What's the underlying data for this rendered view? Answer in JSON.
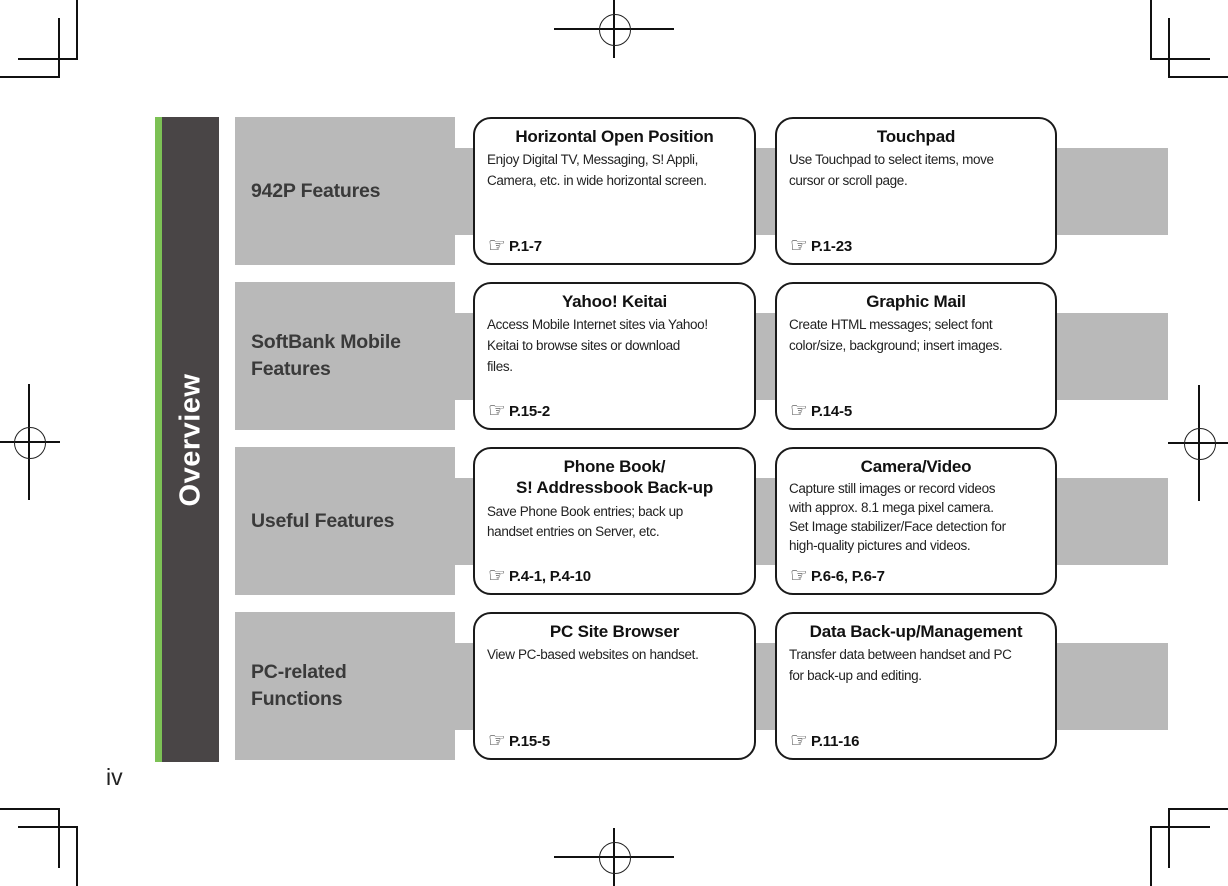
{
  "sidebar": {
    "label": "Overview"
  },
  "page_number": "iv",
  "icons": {
    "page_ref_glyph": "☞"
  },
  "colors": {
    "accent_green": "#7cc155",
    "sidebar_dark": "#494546",
    "box_gray": "#b9b9b9"
  },
  "rows": [
    {
      "label": "942P Features",
      "cards": [
        {
          "title": "Horizontal Open Position",
          "body": "Enjoy Digital TV, Messaging, S! Appli,\nCamera, etc. in wide horizontal screen.",
          "ref": "P.1-7"
        },
        {
          "title": "Touchpad",
          "body": "Use Touchpad to select items, move\ncursor or scroll page.",
          "ref": "P.1-23"
        }
      ]
    },
    {
      "label": "SoftBank Mobile\nFeatures",
      "cards": [
        {
          "title": "Yahoo! Keitai",
          "body": "Access Mobile Internet sites via Yahoo!\nKeitai to browse sites or download\nfiles.",
          "ref": "P.15-2"
        },
        {
          "title": "Graphic Mail",
          "body": "Create HTML messages; select font\ncolor/size, background; insert images.",
          "ref": "P.14-5"
        }
      ]
    },
    {
      "label": "Useful Features",
      "cards": [
        {
          "title": "Phone Book/\nS! Addressbook Back-up",
          "body": "Save Phone Book entries; back up\nhandset entries on Server, etc.",
          "ref": "P.4-1, P.4-10"
        },
        {
          "title": "Camera/Video",
          "body": "Capture still images or record videos\nwith approx. 8.1 mega pixel camera.\nSet Image stabilizer/Face detection for\nhigh-quality pictures and videos.",
          "ref": "P.6-6, P.6-7"
        }
      ]
    },
    {
      "label": "PC-related\nFunctions",
      "cards": [
        {
          "title": "PC Site Browser",
          "body": "View PC-based websites on handset.",
          "ref": "P.15-5"
        },
        {
          "title": "Data Back-up/Management",
          "body": "Transfer data between handset and PC\nfor back-up and editing.",
          "ref": "P.11-16"
        }
      ]
    }
  ]
}
